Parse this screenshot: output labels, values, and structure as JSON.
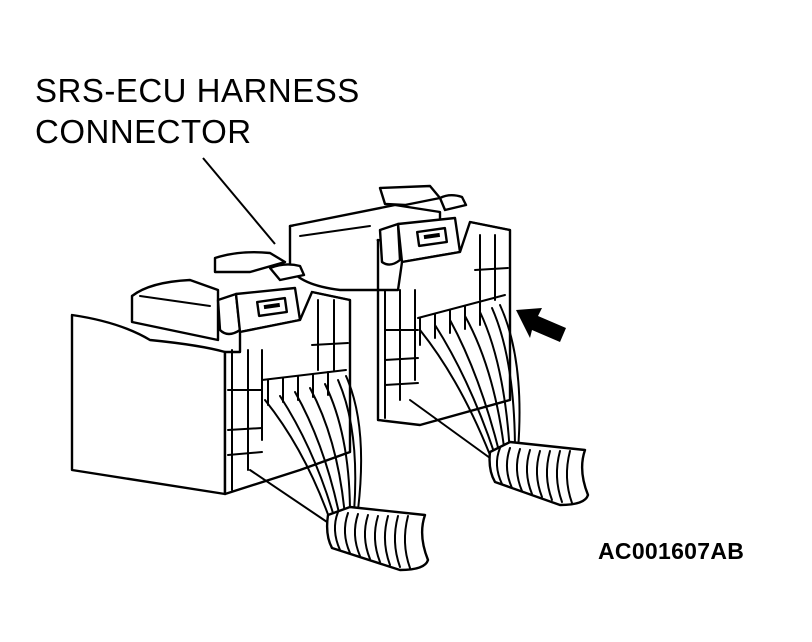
{
  "diagram": {
    "callout": {
      "line1": "SRS-ECU HARNESS",
      "line2": "CONNECTOR"
    },
    "figure_id": "AC001607AB",
    "components": [
      {
        "name": "left-connector",
        "description": "SRS-ECU harness connector (front)"
      },
      {
        "name": "right-connector",
        "description": "SRS-ECU harness connector (rear)"
      },
      {
        "name": "direction-arrow",
        "description": "Arrow pointing to terminal side of rear connector"
      }
    ],
    "colors": {
      "line": "#000000",
      "background": "#ffffff"
    }
  }
}
